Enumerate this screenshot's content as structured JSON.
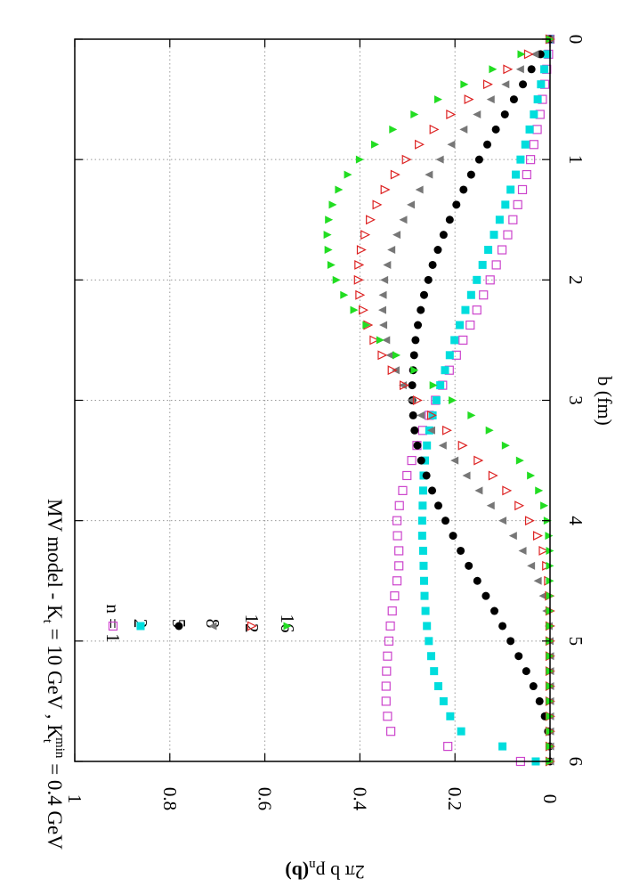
{
  "chart_data": {
    "type": "scatter",
    "title": {
      "prefix": "MV model  -  K",
      "sub1": "t",
      "mid": " = 10 GeV  ,   K",
      "sub2": "t",
      "sup2": "min",
      "suffix": " = 0.4 GeV"
    },
    "xlabel": "b  (fm)",
    "ylabel": {
      "main": "2π b p",
      "sub": "n",
      "tail": "(b)"
    },
    "xlim": [
      0,
      6
    ],
    "ylim": [
      0,
      1
    ],
    "xticks": [
      {
        "value": 0,
        "label": "0"
      },
      {
        "value": 1,
        "label": "1"
      },
      {
        "value": 2,
        "label": "2"
      },
      {
        "value": 3,
        "label": "3"
      },
      {
        "value": 4,
        "label": "4"
      },
      {
        "value": 5,
        "label": "5"
      },
      {
        "value": 6,
        "label": "6"
      }
    ],
    "yticks": [
      {
        "value": 0,
        "label": "0"
      },
      {
        "value": 0.2,
        "label": "0.2"
      },
      {
        "value": 0.4,
        "label": "0.4"
      },
      {
        "value": 0.6,
        "label": "0.6"
      },
      {
        "value": 0.8,
        "label": "0.8"
      },
      {
        "value": 1,
        "label": "1"
      }
    ],
    "grid": true,
    "legend_placement": "top-left",
    "x": [
      0,
      0.125,
      0.25,
      0.375,
      0.5,
      0.625,
      0.75,
      0.875,
      1,
      1.125,
      1.25,
      1.375,
      1.5,
      1.625,
      1.75,
      1.875,
      2,
      2.125,
      2.25,
      2.375,
      2.5,
      2.625,
      2.75,
      2.875,
      3,
      3.125,
      3.25,
      3.375,
      3.5,
      3.625,
      3.75,
      3.875,
      4,
      4.125,
      4.25,
      4.375,
      4.5,
      4.625,
      4.75,
      4.875,
      5,
      5.125,
      5.25,
      5.375,
      5.5,
      5.625,
      5.75,
      5.875,
      6
    ],
    "series": [
      {
        "name": "n = 1",
        "marker": "open-square",
        "color": "#cc44cc",
        "values": [
          0,
          0.003,
          0.007,
          0.011,
          0.016,
          0.021,
          0.027,
          0.034,
          0.041,
          0.049,
          0.058,
          0.068,
          0.078,
          0.089,
          0.101,
          0.113,
          0.126,
          0.14,
          0.154,
          0.168,
          0.183,
          0.197,
          0.212,
          0.226,
          0.241,
          0.254,
          0.268,
          0.28,
          0.291,
          0.301,
          0.31,
          0.317,
          0.322,
          0.321,
          0.318,
          0.318,
          0.322,
          0.327,
          0.332,
          0.336,
          0.339,
          0.342,
          0.344,
          0.345,
          0.345,
          0.342,
          0.335,
          0.215,
          0.062
        ]
      },
      {
        "name": "2",
        "marker": "filled-square",
        "color": "#00dddd",
        "values": [
          0,
          0.006,
          0.012,
          0.019,
          0.026,
          0.034,
          0.043,
          0.052,
          0.062,
          0.072,
          0.083,
          0.094,
          0.106,
          0.118,
          0.13,
          0.142,
          0.154,
          0.166,
          0.178,
          0.19,
          0.201,
          0.211,
          0.221,
          0.231,
          0.239,
          0.247,
          0.254,
          0.259,
          0.263,
          0.266,
          0.267,
          0.268,
          0.269,
          0.269,
          0.267,
          0.266,
          0.265,
          0.264,
          0.262,
          0.259,
          0.255,
          0.25,
          0.244,
          0.235,
          0.224,
          0.21,
          0.187,
          0.1,
          0.03
        ]
      },
      {
        "name": "5",
        "marker": "filled-circle",
        "color": "#000000",
        "values": [
          0,
          0.02,
          0.039,
          0.057,
          0.076,
          0.095,
          0.114,
          0.132,
          0.149,
          0.166,
          0.182,
          0.197,
          0.211,
          0.224,
          0.236,
          0.247,
          0.256,
          0.265,
          0.272,
          0.278,
          0.283,
          0.286,
          0.288,
          0.29,
          0.29,
          0.288,
          0.285,
          0.279,
          0.271,
          0.26,
          0.248,
          0.235,
          0.22,
          0.204,
          0.188,
          0.171,
          0.153,
          0.135,
          0.117,
          0.1,
          0.083,
          0.066,
          0.05,
          0.035,
          0.022,
          0.011,
          0.004,
          0.001,
          0
        ]
      },
      {
        "name": "8",
        "marker": "filled-triangle-left",
        "color": "#777777",
        "values": [
          0,
          0.032,
          0.063,
          0.094,
          0.125,
          0.154,
          0.182,
          0.208,
          0.232,
          0.255,
          0.275,
          0.293,
          0.309,
          0.323,
          0.334,
          0.343,
          0.349,
          0.352,
          0.353,
          0.351,
          0.345,
          0.337,
          0.325,
          0.31,
          0.292,
          0.272,
          0.25,
          0.226,
          0.201,
          0.176,
          0.15,
          0.125,
          0.1,
          0.078,
          0.058,
          0.04,
          0.026,
          0.015,
          0.008,
          0.003,
          0.001,
          0,
          0,
          0,
          0,
          0,
          0,
          0,
          0
        ]
      },
      {
        "name": "12",
        "marker": "open-triangle-right",
        "color": "#dd2222",
        "values": [
          0,
          0.045,
          0.089,
          0.131,
          0.171,
          0.209,
          0.244,
          0.275,
          0.302,
          0.326,
          0.347,
          0.364,
          0.378,
          0.389,
          0.397,
          0.402,
          0.403,
          0.4,
          0.393,
          0.383,
          0.37,
          0.353,
          0.332,
          0.307,
          0.279,
          0.249,
          0.217,
          0.184,
          0.151,
          0.12,
          0.091,
          0.065,
          0.043,
          0.026,
          0.014,
          0.007,
          0.003,
          0.001,
          0,
          0,
          0,
          0,
          0,
          0,
          0,
          0,
          0,
          0,
          0
        ]
      },
      {
        "name": "16",
        "marker": "filled-triangle-right",
        "color": "#22dd22",
        "values": [
          0,
          0.06,
          0.12,
          0.18,
          0.235,
          0.285,
          0.33,
          0.368,
          0.4,
          0.425,
          0.444,
          0.457,
          0.465,
          0.468,
          0.466,
          0.46,
          0.449,
          0.433,
          0.412,
          0.386,
          0.357,
          0.323,
          0.285,
          0.245,
          0.205,
          0.165,
          0.127,
          0.093,
          0.063,
          0.04,
          0.023,
          0.012,
          0.005,
          0.002,
          0,
          0,
          0,
          0,
          0,
          0,
          0,
          0,
          0,
          0,
          0,
          0,
          0,
          0,
          0
        ]
      }
    ]
  }
}
